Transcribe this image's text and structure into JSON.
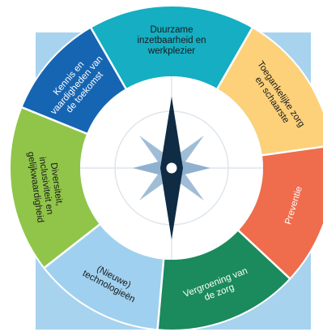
{
  "segments": [
    {
      "lines": [
        "Duurzame",
        "inzetbaarheid en",
        "werkplezier"
      ],
      "color": "#15aec2",
      "text_color": "#1a1a1a"
    },
    {
      "lines": [
        "Toegankelijke zorg",
        "en schaarste"
      ],
      "color": "#fdd17a",
      "text_color": "#1a1a1a"
    },
    {
      "lines": [
        "Preventie"
      ],
      "color": "#ef6c4c",
      "text_color": "#ffffff"
    },
    {
      "lines": [
        "Vergroening van",
        "de zorg"
      ],
      "color": "#1b8a5c",
      "text_color": "#ffffff"
    },
    {
      "lines": [
        "(Nieuwe)",
        "technologieën"
      ],
      "color": "#9fd0ef",
      "text_color": "#1a1a1a"
    },
    {
      "lines": [
        "Diversiteit,",
        "inclusiviteit en",
        "gelijkwaardigheid"
      ],
      "color": "#90c54a",
      "text_color": "#1a1a1a"
    },
    {
      "lines": [
        "Kennis en",
        "vaardigheden van",
        "de toekomst"
      ],
      "color": "#1665b3",
      "text_color": "#ffffff"
    }
  ],
  "colors": {
    "background_square": "#a8d3ef",
    "divider": "#ffffff",
    "inner_circle": "#ffffff",
    "guide_lines": "#dfe6ec",
    "rose_light": "#8eb1cf",
    "needle": "#0f2c44",
    "pivot": "#ffffff"
  }
}
